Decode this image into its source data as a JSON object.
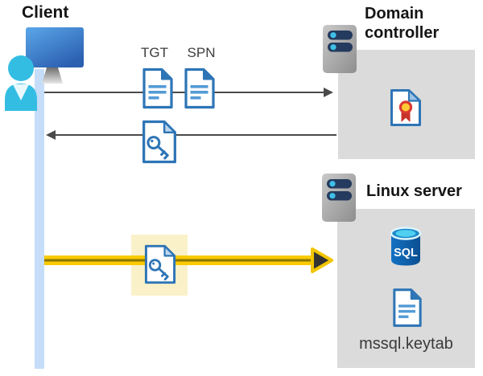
{
  "client": {
    "label": "Client"
  },
  "flows": {
    "request": {
      "tgt_label": "TGT",
      "spn_label": "SPN"
    },
    "response": {
      "description": "key ticket returned to client"
    },
    "auth": {
      "description": "key ticket sent to Linux server"
    }
  },
  "domain_controller": {
    "title": "Domain controller"
  },
  "linux_server": {
    "title": "Linux server",
    "sql_badge": "SQL",
    "keytab_label": "mssql.keytab"
  },
  "colors": {
    "doc_blue": "#2E75B6",
    "doc_line_blue": "#549BD7",
    "doc_fold_light": "#BDD7EE",
    "panel_gray": "#DBDBDB",
    "lifeline_blue": "#C5DDF8",
    "arrow_gray": "#4A4A4A",
    "highlight_yellow": "#FAF1C9",
    "arrow_yellow": "#FBCA00",
    "arrow_yellow_core": "#8A7500",
    "arrow_yellow_head": "#333333",
    "server_body_gray": "#ABABAB",
    "server_bar_navy": "#243A5E",
    "server_dot_cyan": "#3FC0E8",
    "person_cyan": "#33BDE3",
    "monitor_blue": "#3A77C9",
    "cert_red": "#D13438",
    "cert_gold": "#FFC933",
    "sql_body_blue": "#0E5FA8",
    "sql_top_cyan": "#4FD0F0"
  }
}
